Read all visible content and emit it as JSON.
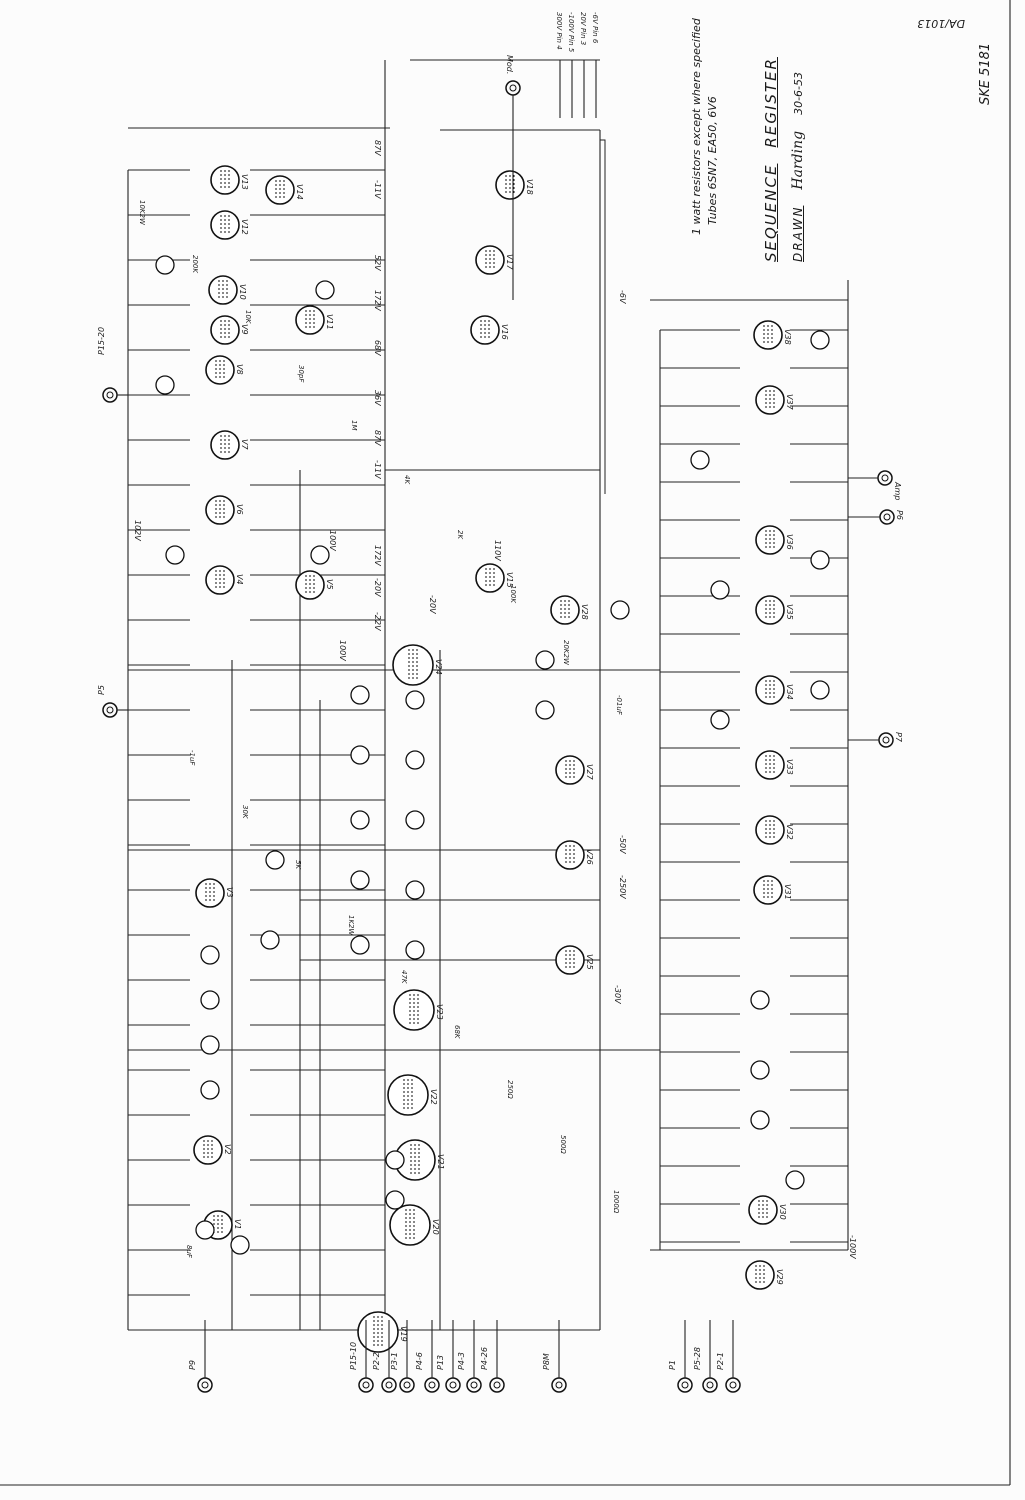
{
  "title_block": {
    "title_word1": "SEQUENCE",
    "title_word2": "REGISTER",
    "drawn_label": "DRAWN",
    "signature": "Harding",
    "date": "30-6-53",
    "drawing_number": "SKE 5181",
    "ref": "DA/1013",
    "note1": "1 watt resistors except where specified",
    "note2": "Tubes 6SN7, EA50, 6V6"
  },
  "supply_pins": [
    "300V Pin 4",
    "-100V Pin 5",
    "20V Pin 3",
    "-6V Pin 6"
  ],
  "terminals": {
    "mod": "Mod.",
    "amp": "Amp",
    "left": [
      "P15-20",
      "P5"
    ],
    "right": [
      "P6",
      "P7"
    ],
    "bottom": [
      "P9",
      "P15-10",
      "P2-2",
      "P3-1",
      "P4-6",
      "P13",
      "P4-3",
      "P4-26",
      "P8M",
      "P1",
      "P5-28",
      "P2-1"
    ]
  },
  "tubes": [
    "V1",
    "V2",
    "V3",
    "V4",
    "V5",
    "V6",
    "V7",
    "V8",
    "V9",
    "V10",
    "V11",
    "V12",
    "V13",
    "V14",
    "V15",
    "V16",
    "V17",
    "V18",
    "V19",
    "V20",
    "V21",
    "V22",
    "V23",
    "V24",
    "V25",
    "V26",
    "V27",
    "V28",
    "V29",
    "V30",
    "V31",
    "V32",
    "V33",
    "V34",
    "V35",
    "V36",
    "V37",
    "V38"
  ],
  "voltage_labels": [
    "87V",
    "-11V",
    "52V",
    "172V",
    "68V",
    "36V",
    "87V",
    "-11V",
    "100V",
    "172V",
    "-20V",
    "-22V",
    "102V",
    "100V",
    "110V",
    "-20V",
    "-50V",
    "-250V",
    "-30V",
    "-100V",
    "-6V"
  ],
  "component_labels": [
    "10K2W",
    "200K",
    "10K",
    "30pF",
    "1M",
    "4K",
    "2K",
    "100K",
    "20K2W",
    "-01uF",
    "-1uF",
    "30K",
    "5K",
    "1K2W",
    "47K",
    "68K",
    "250Ω",
    "500Ω",
    "1000Ω",
    "8uF"
  ]
}
